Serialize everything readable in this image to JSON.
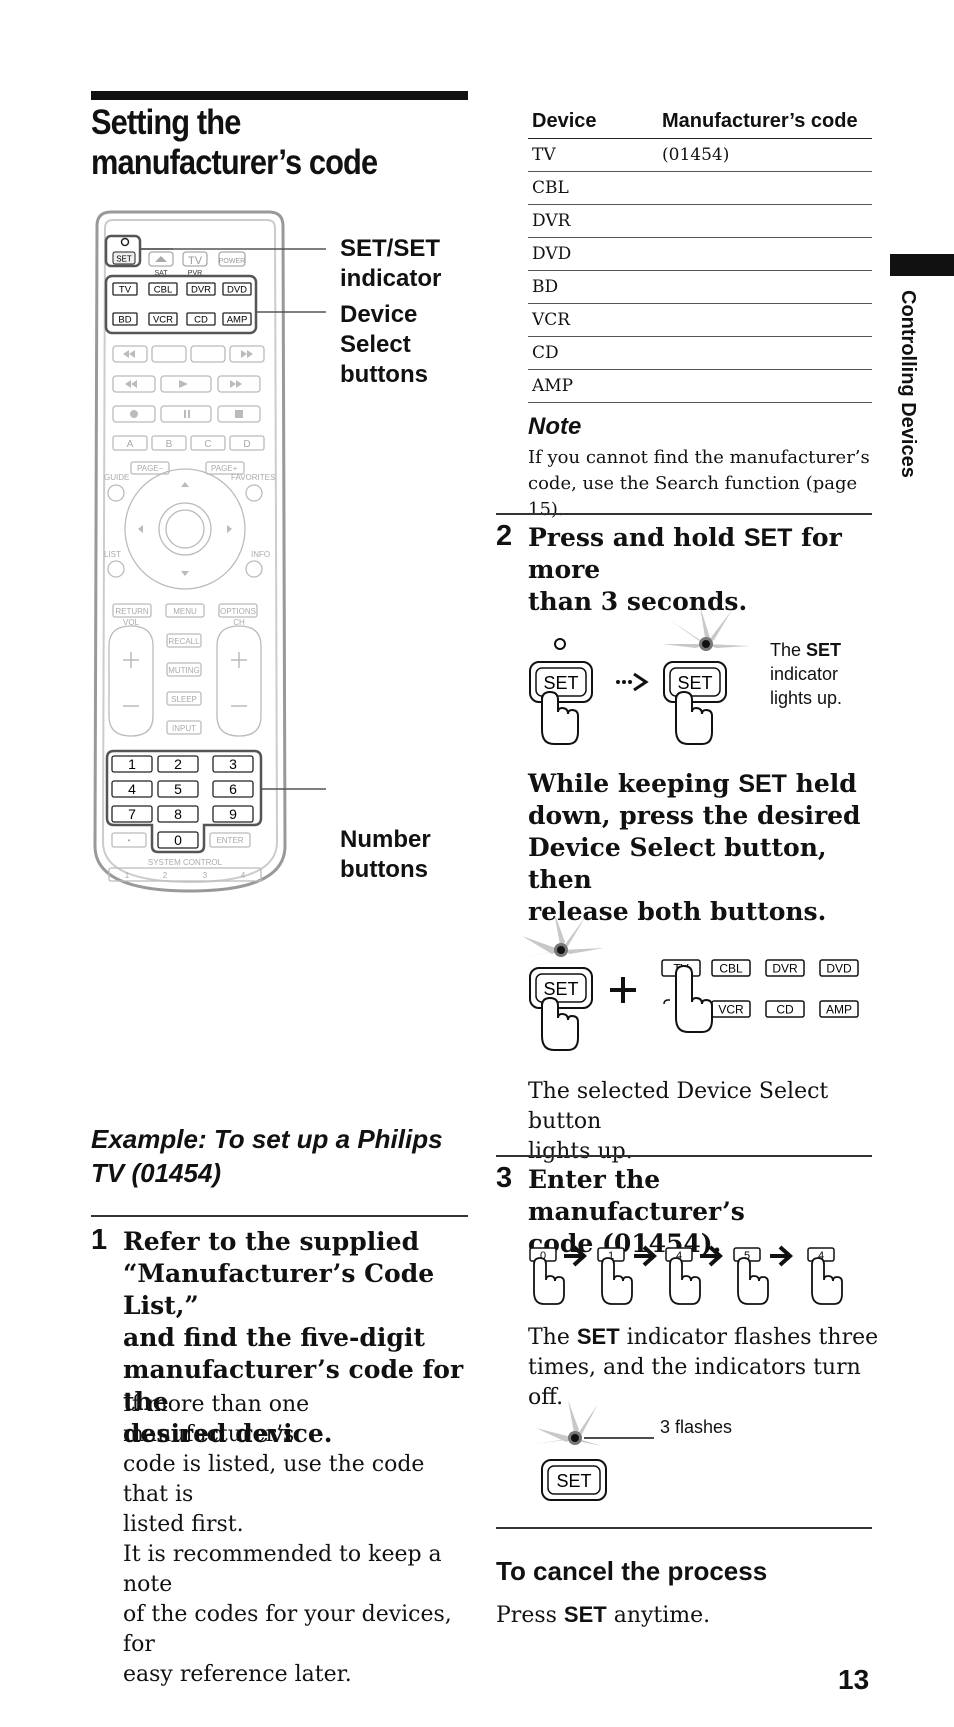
{
  "title": "Setting the manufacturer’s code",
  "remote": {
    "buttons": {
      "set": "SET",
      "tv": "TV",
      "power": "POWER",
      "sat": "SAT",
      "pvr": "PVR",
      "cbl": "CBL",
      "dvr": "DVR",
      "dvd": "DVD",
      "bd": "BD",
      "vcr": "VCR",
      "cd": "CD",
      "amp": "AMP",
      "a": "A",
      "b": "B",
      "c": "C",
      "d": "D",
      "page_minus": "PAGE−",
      "page_plus": "PAGE+",
      "guide": "GUIDE",
      "favorites": "FAVORITES",
      "list": "LIST",
      "info": "INFO",
      "return": "RETURN",
      "menu": "MENU",
      "options": "OPTIONS",
      "vol": "VOL",
      "ch": "CH",
      "recall": "RECALL",
      "muting": "MUTING",
      "sleep": "SLEEP",
      "input": "INPUT",
      "n1": "1",
      "n2": "2",
      "n3": "3",
      "n4": "4",
      "n5": "5",
      "n6": "6",
      "n7": "7",
      "n8": "8",
      "n9": "9",
      "n0": "0",
      "dot": "•",
      "enter": "ENTER",
      "system_control": "SYSTEM CONTROL",
      "sc1": "1",
      "sc2": "2",
      "sc3": "3",
      "sc4": "4"
    },
    "callouts": {
      "set_indicator": [
        "SET/SET",
        "indicator"
      ],
      "device_select": [
        "Device",
        "Select",
        "buttons"
      ],
      "number_buttons": [
        "Number",
        "buttons"
      ]
    }
  },
  "example_title": [
    "Example: To set up a Philips",
    "TV (01454)"
  ],
  "step1": {
    "number": "1",
    "heading": [
      "Refer to the supplied",
      "“Manufacturer’s Code List,”",
      "and find the five-digit",
      "manufacturer’s code for the",
      "desired device."
    ],
    "body": [
      "If more than one manufacturer’s",
      "code is listed, use the code that is",
      "listed first.",
      "It is recommended to keep a note",
      "of the codes for your devices, for",
      "easy reference later."
    ]
  },
  "table": {
    "headers": [
      "Device",
      "Manufacturer’s code"
    ],
    "rows": [
      [
        "TV",
        "(01454)"
      ],
      [
        "CBL",
        ""
      ],
      [
        "DVR",
        ""
      ],
      [
        "DVD",
        ""
      ],
      [
        "BD",
        ""
      ],
      [
        "VCR",
        ""
      ],
      [
        "CD",
        ""
      ],
      [
        "AMP",
        ""
      ]
    ]
  },
  "note": {
    "title": "Note",
    "text": [
      "If you cannot find the manufacturer’s",
      "code, use the Search function (page 15)."
    ]
  },
  "step2": {
    "number": "2",
    "heading_a": "Press and hold ",
    "heading_key": "SET",
    "heading_b": " for more",
    "heading_line2": "than 3 seconds.",
    "illus_label_a": "The ",
    "illus_label_key": "SET",
    "illus_label_lines": [
      "indicator",
      "lights up."
    ],
    "sub_a": "While keeping ",
    "sub_key": "SET",
    "sub_b": " held",
    "sub_lines": [
      "down, press the desired",
      "Device Select button, then",
      "release both buttons."
    ],
    "result": [
      "The selected Device Select button",
      "lights up."
    ]
  },
  "step3": {
    "number": "3",
    "heading": [
      "Enter the manufacturer’s",
      "code (01454)."
    ],
    "digits": [
      "0",
      "1",
      "4",
      "5",
      "4"
    ],
    "result_a": "The ",
    "result_key": "SET",
    "result_b": " indicator flashes three",
    "result_line2": "times, and the indicators turn off.",
    "flashes_label": "3 flashes"
  },
  "cancel": {
    "title": "To cancel the process",
    "text_a": "Press ",
    "text_key": "SET",
    "text_b": " anytime."
  },
  "side_label": "Controlling Devices",
  "page_number": "13"
}
